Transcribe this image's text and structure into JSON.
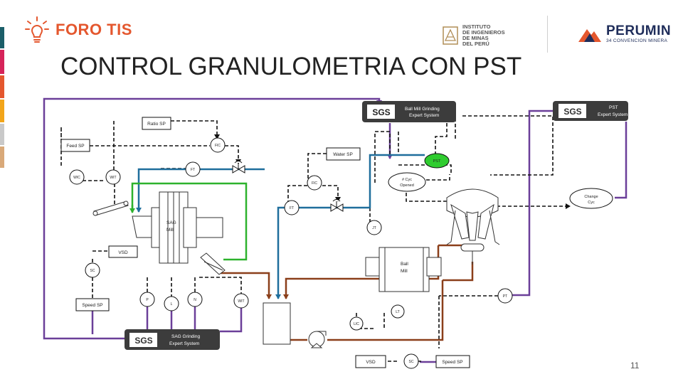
{
  "header": {
    "brand_left": "FORO TIS",
    "institute": [
      "INSTITUTO",
      "DE INGENIEROS",
      "DE MINAS",
      "DEL PERÚ"
    ],
    "brand_right": "PERUMIN",
    "brand_right_sub": "34 CONVENCION MINERA",
    "accent_colors": [
      "#1b5e69",
      "#d6245a",
      "#e4572e",
      "#f2a51a",
      "#c9c9c9",
      "#9aa7b0",
      "#d9a979"
    ]
  },
  "slide": {
    "title": "CONTROL GRANULOMETRIA CON PST",
    "page_number": "11"
  },
  "diagram": {
    "expert_systems": {
      "ball_mill": {
        "logo": "SGS",
        "line1": "Ball Mill Grinding",
        "line2": "Expert System"
      },
      "pst": {
        "logo": "SGS",
        "line1": "PST",
        "line2": "Expert System"
      },
      "sag": {
        "logo": "SGS",
        "line1": "SAG Grinding",
        "line2": "Expert System"
      }
    },
    "setpoints": {
      "ratio": "Ratio SP",
      "feed": "Feed SP",
      "water": "Water SP",
      "speed_left": "Speed SP",
      "speed_bottom": "Speed SP"
    },
    "instruments": {
      "fic_top": "FIC",
      "ft_top": "FT",
      "wic": "WIC",
      "wit": "WIT",
      "fic_mid": "FIC",
      "ft_mid": "FT",
      "pst": "PST",
      "cyc_open": [
        "# Cyc",
        "Opened"
      ],
      "change_cyc": [
        "Change",
        "Cyc"
      ],
      "jt": "JT",
      "sc_left": "SC",
      "p": "P",
      "l": "L",
      "n": "N",
      "wit_bottom": "WIT",
      "pt": "PT",
      "lt": "LT",
      "lic": "LIC",
      "sc_bottom": "SC"
    },
    "equipment": {
      "sag_mill": [
        "SAG",
        "Mill"
      ],
      "ball_mill": [
        "Ball",
        "Mill"
      ],
      "vsd_left": "VSD",
      "vsd_bottom": "VSD"
    },
    "colors": {
      "signal": "#6b3f99",
      "water": "#1f6e9c",
      "feed": "#2db22d",
      "slurry": "#8b3f1a",
      "pst_bubble": "#2fcc2f"
    }
  }
}
